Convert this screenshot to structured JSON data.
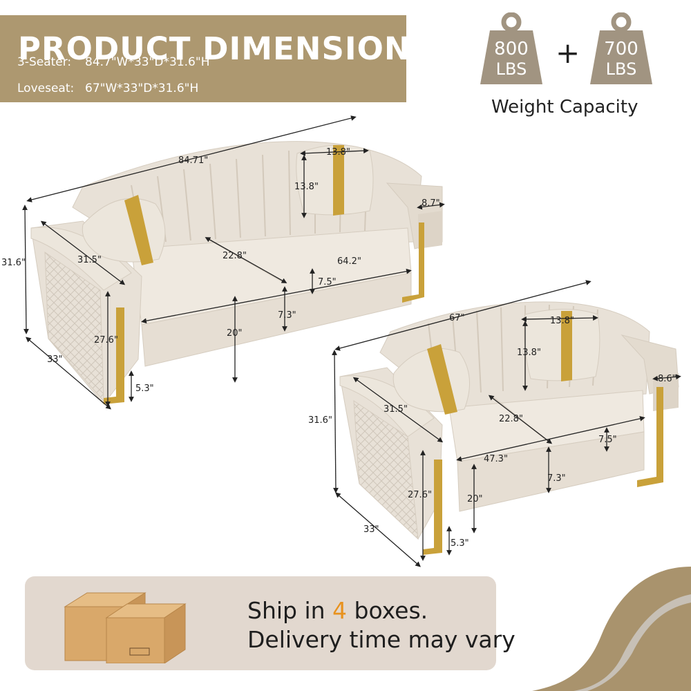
{
  "header": {
    "title": "PRODUCT DIMENSION",
    "specs": [
      {
        "label": "3-Seater:",
        "value": "84.7\"W*33\"D*31.6\"H"
      },
      {
        "label": "Loveseat:",
        "value": "67\"W*33\"D*31.6\"H"
      }
    ]
  },
  "weights": [
    {
      "number": "800",
      "unit": "LBS"
    },
    {
      "number": "700",
      "unit": "LBS"
    }
  ],
  "weight_plus": "+",
  "weight_caption": "Weight Capacity",
  "sofa3": {
    "width": "84.71\"",
    "height": "31.6\"",
    "depth": "33\"",
    "pillow_w": "13.8\"",
    "pillow_h": "13.8\"",
    "arm_w": "8.7\"",
    "arm_depth": "31.5\"",
    "seat_depth": "22.8\"",
    "seat_width": "64.2\"",
    "cushion_h": "7.5\"",
    "base_h": "7.3\"",
    "seat_h": "20\"",
    "arm_h": "27.6\"",
    "leg_h": "5.3\""
  },
  "loveseat": {
    "width": "67\"",
    "height": "31.6\"",
    "depth": "33\"",
    "pillow_w": "13.8\"",
    "pillow_h": "13.8\"",
    "arm_w": "8.6\"",
    "arm_depth": "31.5\"",
    "seat_depth": "22.8\"",
    "seat_width": "47.3\"",
    "cushion_h": "7.5\"",
    "base_h": "7.3\"",
    "seat_h": "20\"",
    "arm_h": "27.6\"",
    "leg_h": "5.3\""
  },
  "shipping": {
    "line1_pre": "Ship in ",
    "line1_num": "4",
    "line1_post": " boxes.",
    "line2": "Delivery time may vary"
  },
  "colors": {
    "brand_tan": "#ad9870",
    "weight_gray": "#a19481",
    "ship_bg": "#e2d8cf",
    "highlight": "#e8921e",
    "gold": "#c9a13a",
    "upholstery": "#e8e1d7"
  }
}
